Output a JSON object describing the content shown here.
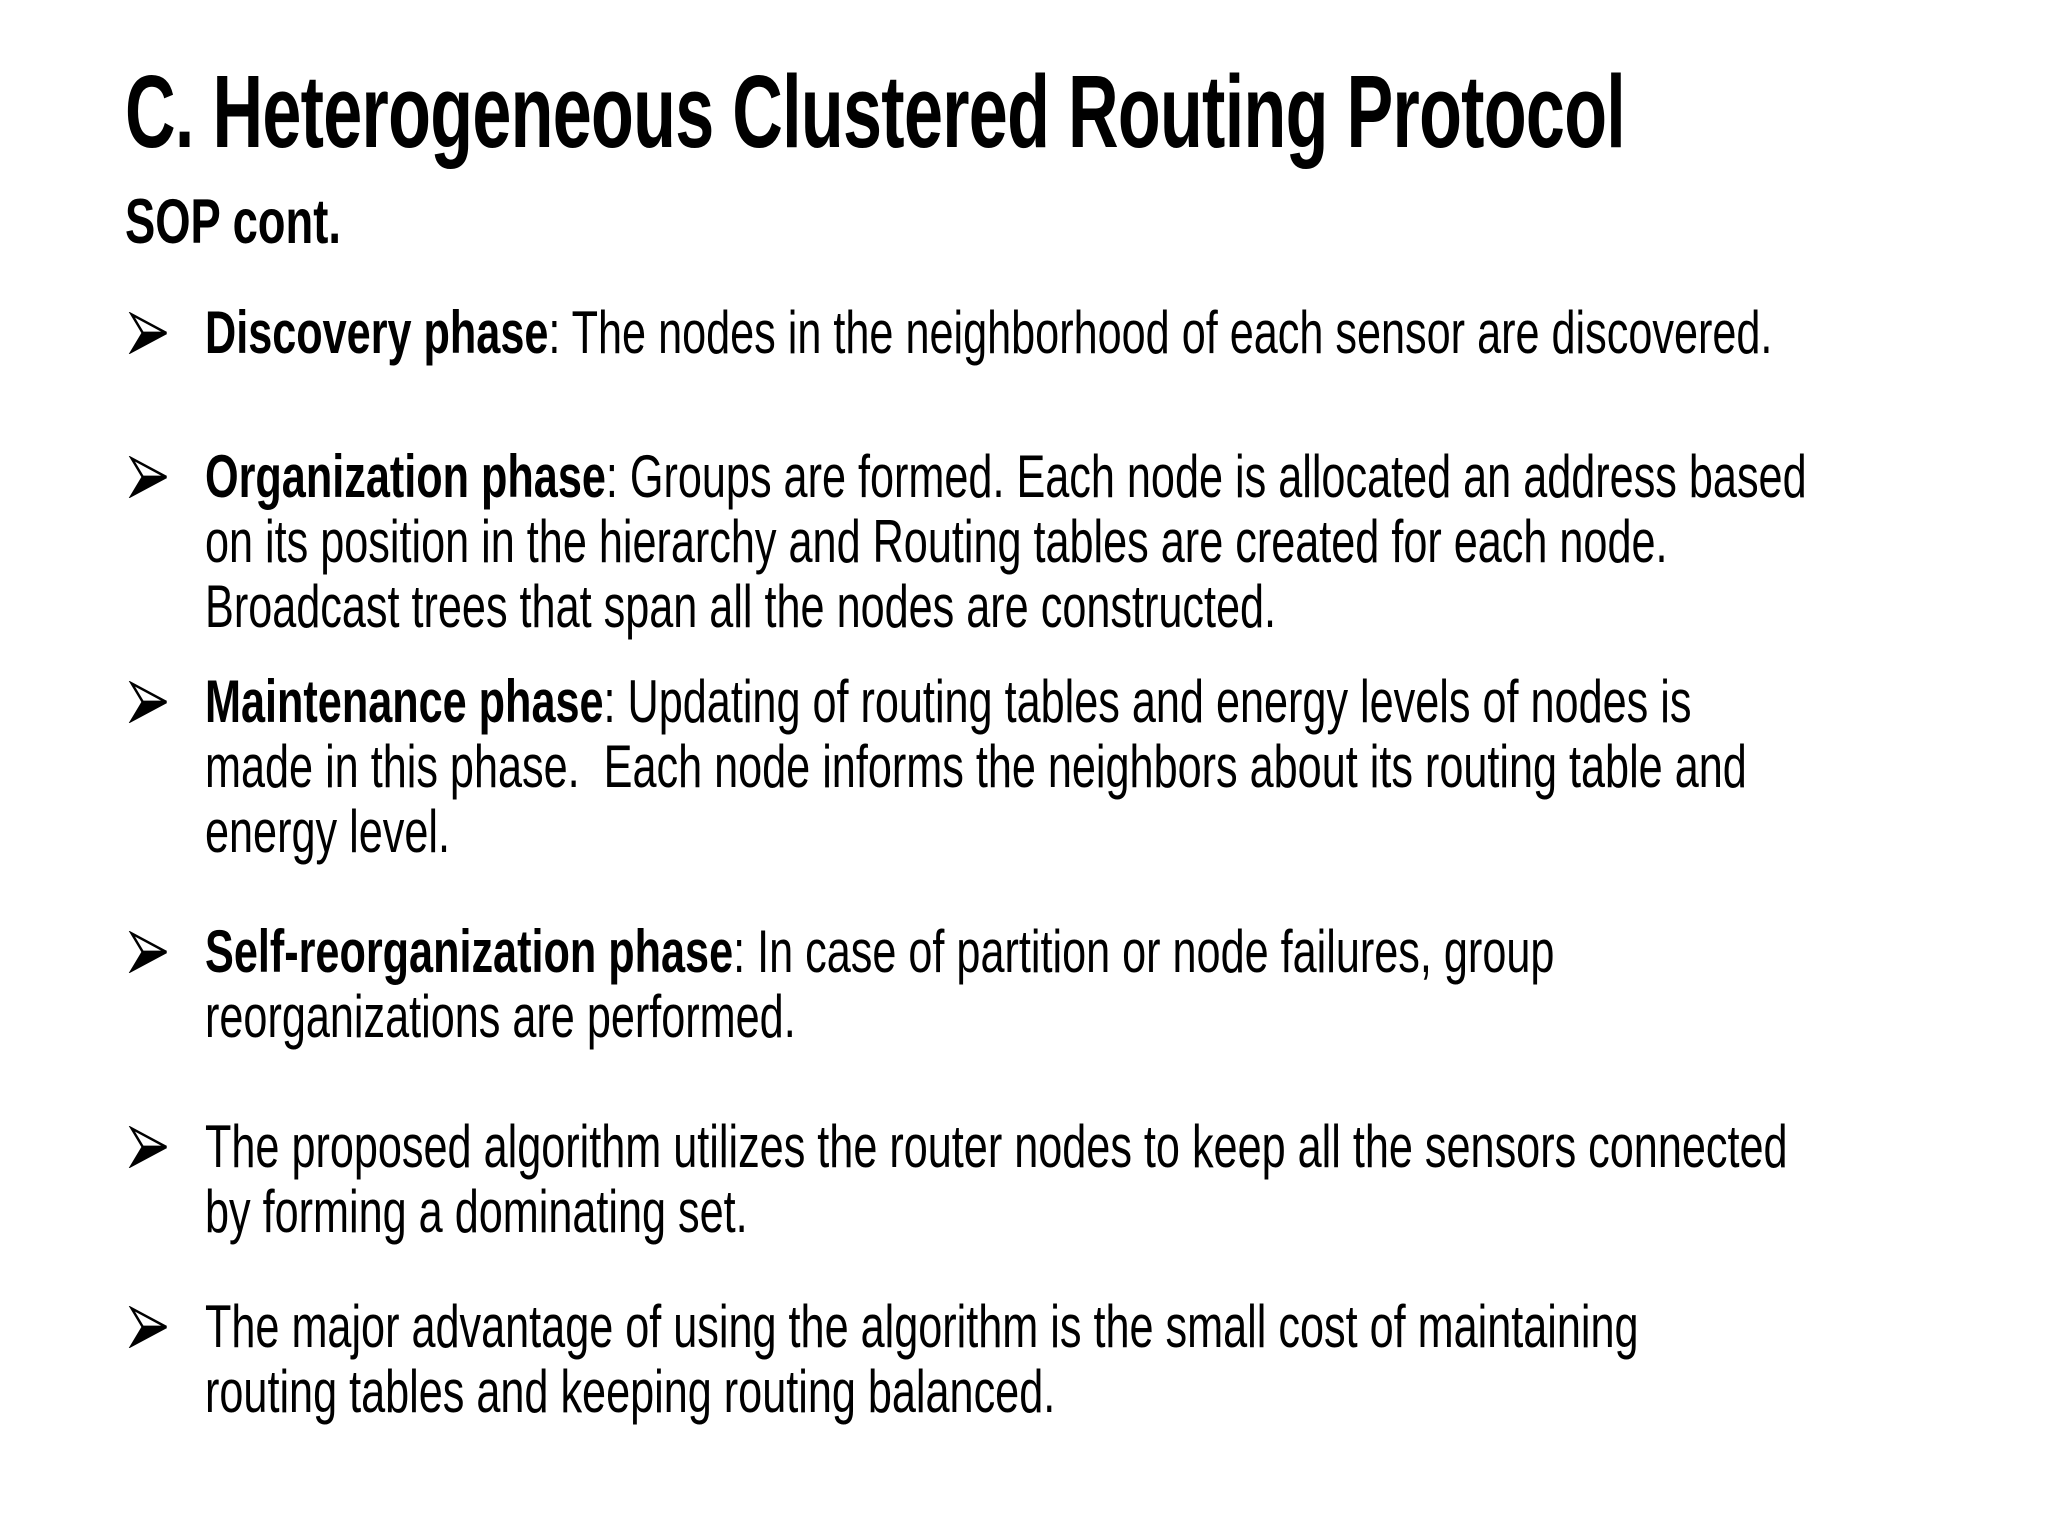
{
  "slide": {
    "title": "C. Heterogeneous Clustered Routing Protocol",
    "subtitle": "SOP cont.",
    "background_color": "#ffffff",
    "text_color": "#000000",
    "bullet_icon": "three-d-top-lighted-rightwards-arrowhead"
  },
  "bullets": [
    {
      "lead": "Discovery phase",
      "sep": ": ",
      "lines": [
        "The nodes in the neighborhood of each sensor are discovered."
      ]
    },
    {
      "lead": "Organization phase",
      "sep": ": ",
      "lines": [
        "Groups are formed. Each node is allocated an address based",
        "on its position in the hierarchy and Routing tables are created for each node.",
        "Broadcast trees that span all the nodes are constructed."
      ]
    },
    {
      "lead": "Maintenance phase",
      "sep": ": ",
      "lines": [
        "Updating of routing tables and energy levels of nodes is",
        "made in this phase.  Each node informs the neighbors about its routing table and",
        "energy level."
      ]
    },
    {
      "lead": "Self-reorganization phase",
      "sep": ": ",
      "lines": [
        "In case of partition or node failures, group",
        "reorganizations are performed."
      ]
    },
    {
      "lead": "",
      "sep": "",
      "lines": [
        "The proposed algorithm utilizes the router nodes to keep all the sensors connected",
        "by forming a dominating set."
      ]
    },
    {
      "lead": "",
      "sep": "",
      "lines": [
        "The major advantage of using the algorithm is the small cost of maintaining",
        "routing tables and keeping routing balanced."
      ]
    }
  ]
}
